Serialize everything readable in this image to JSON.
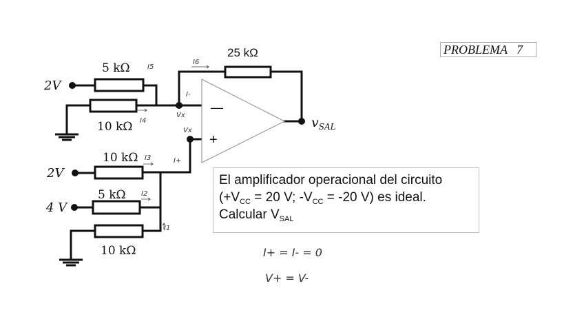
{
  "problem": {
    "title": "PROBLEMA",
    "number": "7"
  },
  "statement": {
    "line1": "El amplificador operacional del circuito",
    "line2_a": "(+V",
    "line2_sub1": "CC",
    "line2_b": " = 20 V; -V",
    "line2_sub2": "CC",
    "line2_c": " = -20 V) es ideal.",
    "line3_a": "Calcular V",
    "line3_sub": "SAL"
  },
  "circuit": {
    "inverting_stage": {
      "source_voltage": "2V",
      "r_source": "5 kΩ",
      "r_ground": "10 kΩ",
      "r_feedback": "25 kΩ"
    },
    "noninverting_stage": {
      "source1_voltage": "2V",
      "r1": "10 kΩ",
      "source2_voltage": "4 V",
      "r2": "5 kΩ",
      "r_ground": "10 kΩ"
    },
    "opamp": {
      "minus_sign": "—",
      "plus_sign": "+"
    },
    "output_label": "v",
    "output_sub": "SAL"
  },
  "annotations": {
    "i5": "I5",
    "i4": "I4",
    "i6": "I6",
    "i_minus": "I-",
    "vx_minus": "Vx",
    "vx_plus": "Vx",
    "i3": "I3",
    "i_plus": "I+",
    "i2": "I2",
    "i1": "I1",
    "eq1": "I+ = I- = 0",
    "eq2": "V+ = V-"
  }
}
